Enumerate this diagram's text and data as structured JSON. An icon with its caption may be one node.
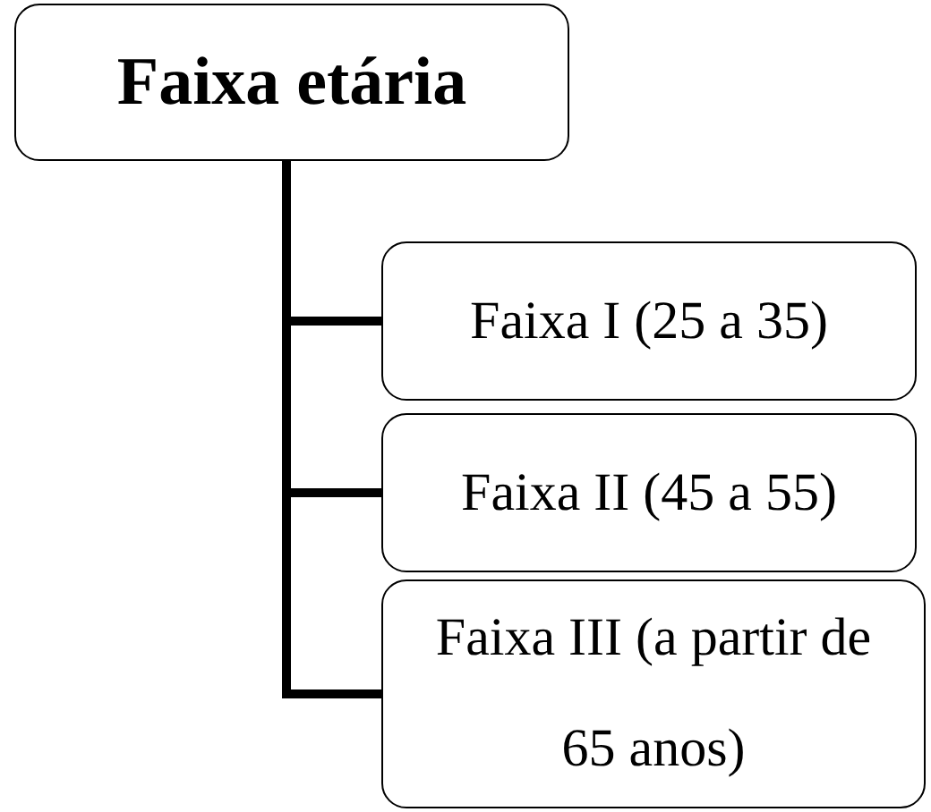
{
  "diagram": {
    "nodes": [
      {
        "text": [
          "Faixa etária"
        ]
      },
      {
        "text": [
          "Faixa I (25 a 35)"
        ]
      },
      {
        "text": [
          "Faixa II (45 a 55)"
        ]
      },
      {
        "text": [
          "Faixa III (a partir de 65 anos)"
        ]
      }
    ],
    "edges": [
      {
        "from": 0,
        "to": 1,
        "arrow": "none"
      },
      {
        "from": 0,
        "to": 2,
        "arrow": "none"
      },
      {
        "from": 0,
        "to": 3,
        "arrow": "none"
      }
    ]
  }
}
